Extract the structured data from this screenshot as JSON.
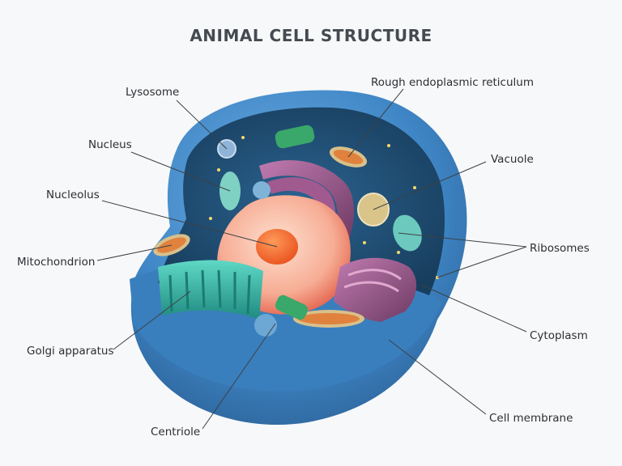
{
  "title": "ANIMAL CELL STRUCTURE",
  "labels": {
    "lysosome": "Lysosome",
    "nucleus": "Nucleus",
    "nucleolus": "Nucleolus",
    "mitochondrion": "Mitochondrion",
    "golgi": "Golgi apparatus",
    "centriole": "Centriole",
    "rough_er": "Rough endoplasmic reticulum",
    "vacuole": "Vacuole",
    "ribosomes": "Ribosomes",
    "cytoplasm": "Cytoplasm",
    "cell_membrane": "Cell membrane"
  },
  "colors": {
    "background": "#f7f8f9",
    "membrane": "#3f86c6",
    "membrane_dark": "#2a5e93",
    "cytoplasm": "#1e4d73",
    "nucleus": "#f4a08c",
    "nucleolus": "#f2682a",
    "golgi": "#36b8a8",
    "rough_er": "#9a4f86",
    "mitochondrion": "#e0823e",
    "vacuole": "#d9c48a",
    "leader_line": "#3c4146"
  }
}
